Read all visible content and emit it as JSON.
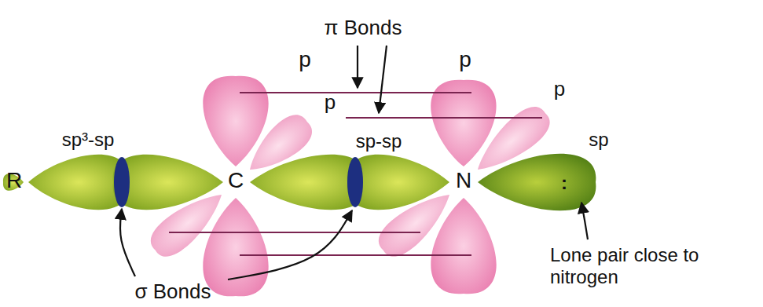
{
  "diagram": {
    "labels": [
      "π Bonds",
      "p",
      "p",
      "p",
      "p",
      "sp³-sp",
      "sp-sp",
      "sp",
      "R",
      "C",
      "N",
      ":",
      "σ Bonds",
      "Lone pair close to nitrogen"
    ]
  }
}
